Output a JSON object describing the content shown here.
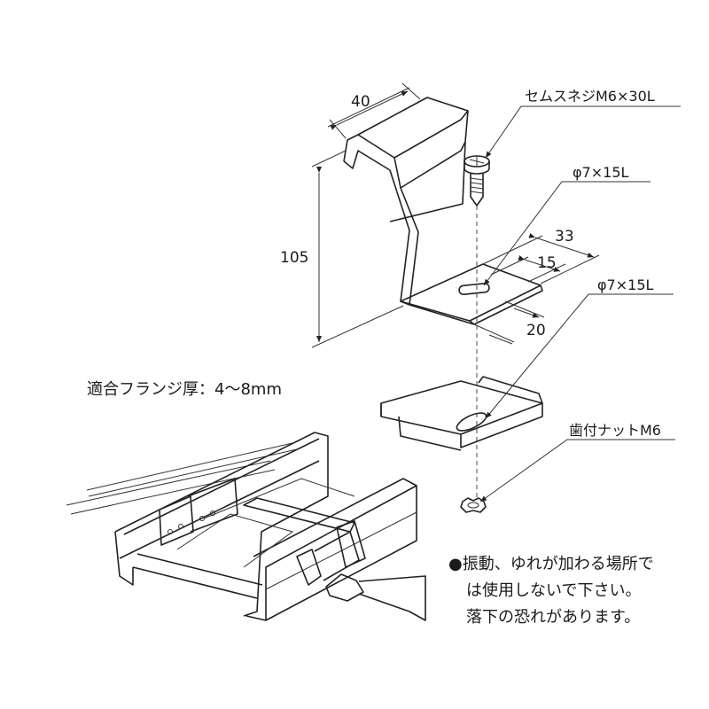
{
  "labels": {
    "dim_width": "40",
    "dim_height": "105",
    "dim_33": "33",
    "dim_15": "15",
    "dim_20": "20",
    "screw": "セムスネジM6×30L",
    "hole_upper": "φ7×15L",
    "hole_lower": "φ7×15L",
    "nut": "歯付ナットM6",
    "flange": "適合フランジ厚：4～8mm"
  },
  "warning": {
    "line1": "●振動、ゆれが加わる場所で",
    "line2": "は使用しないで下さい。",
    "line3": "落下の恐れがあります。"
  }
}
